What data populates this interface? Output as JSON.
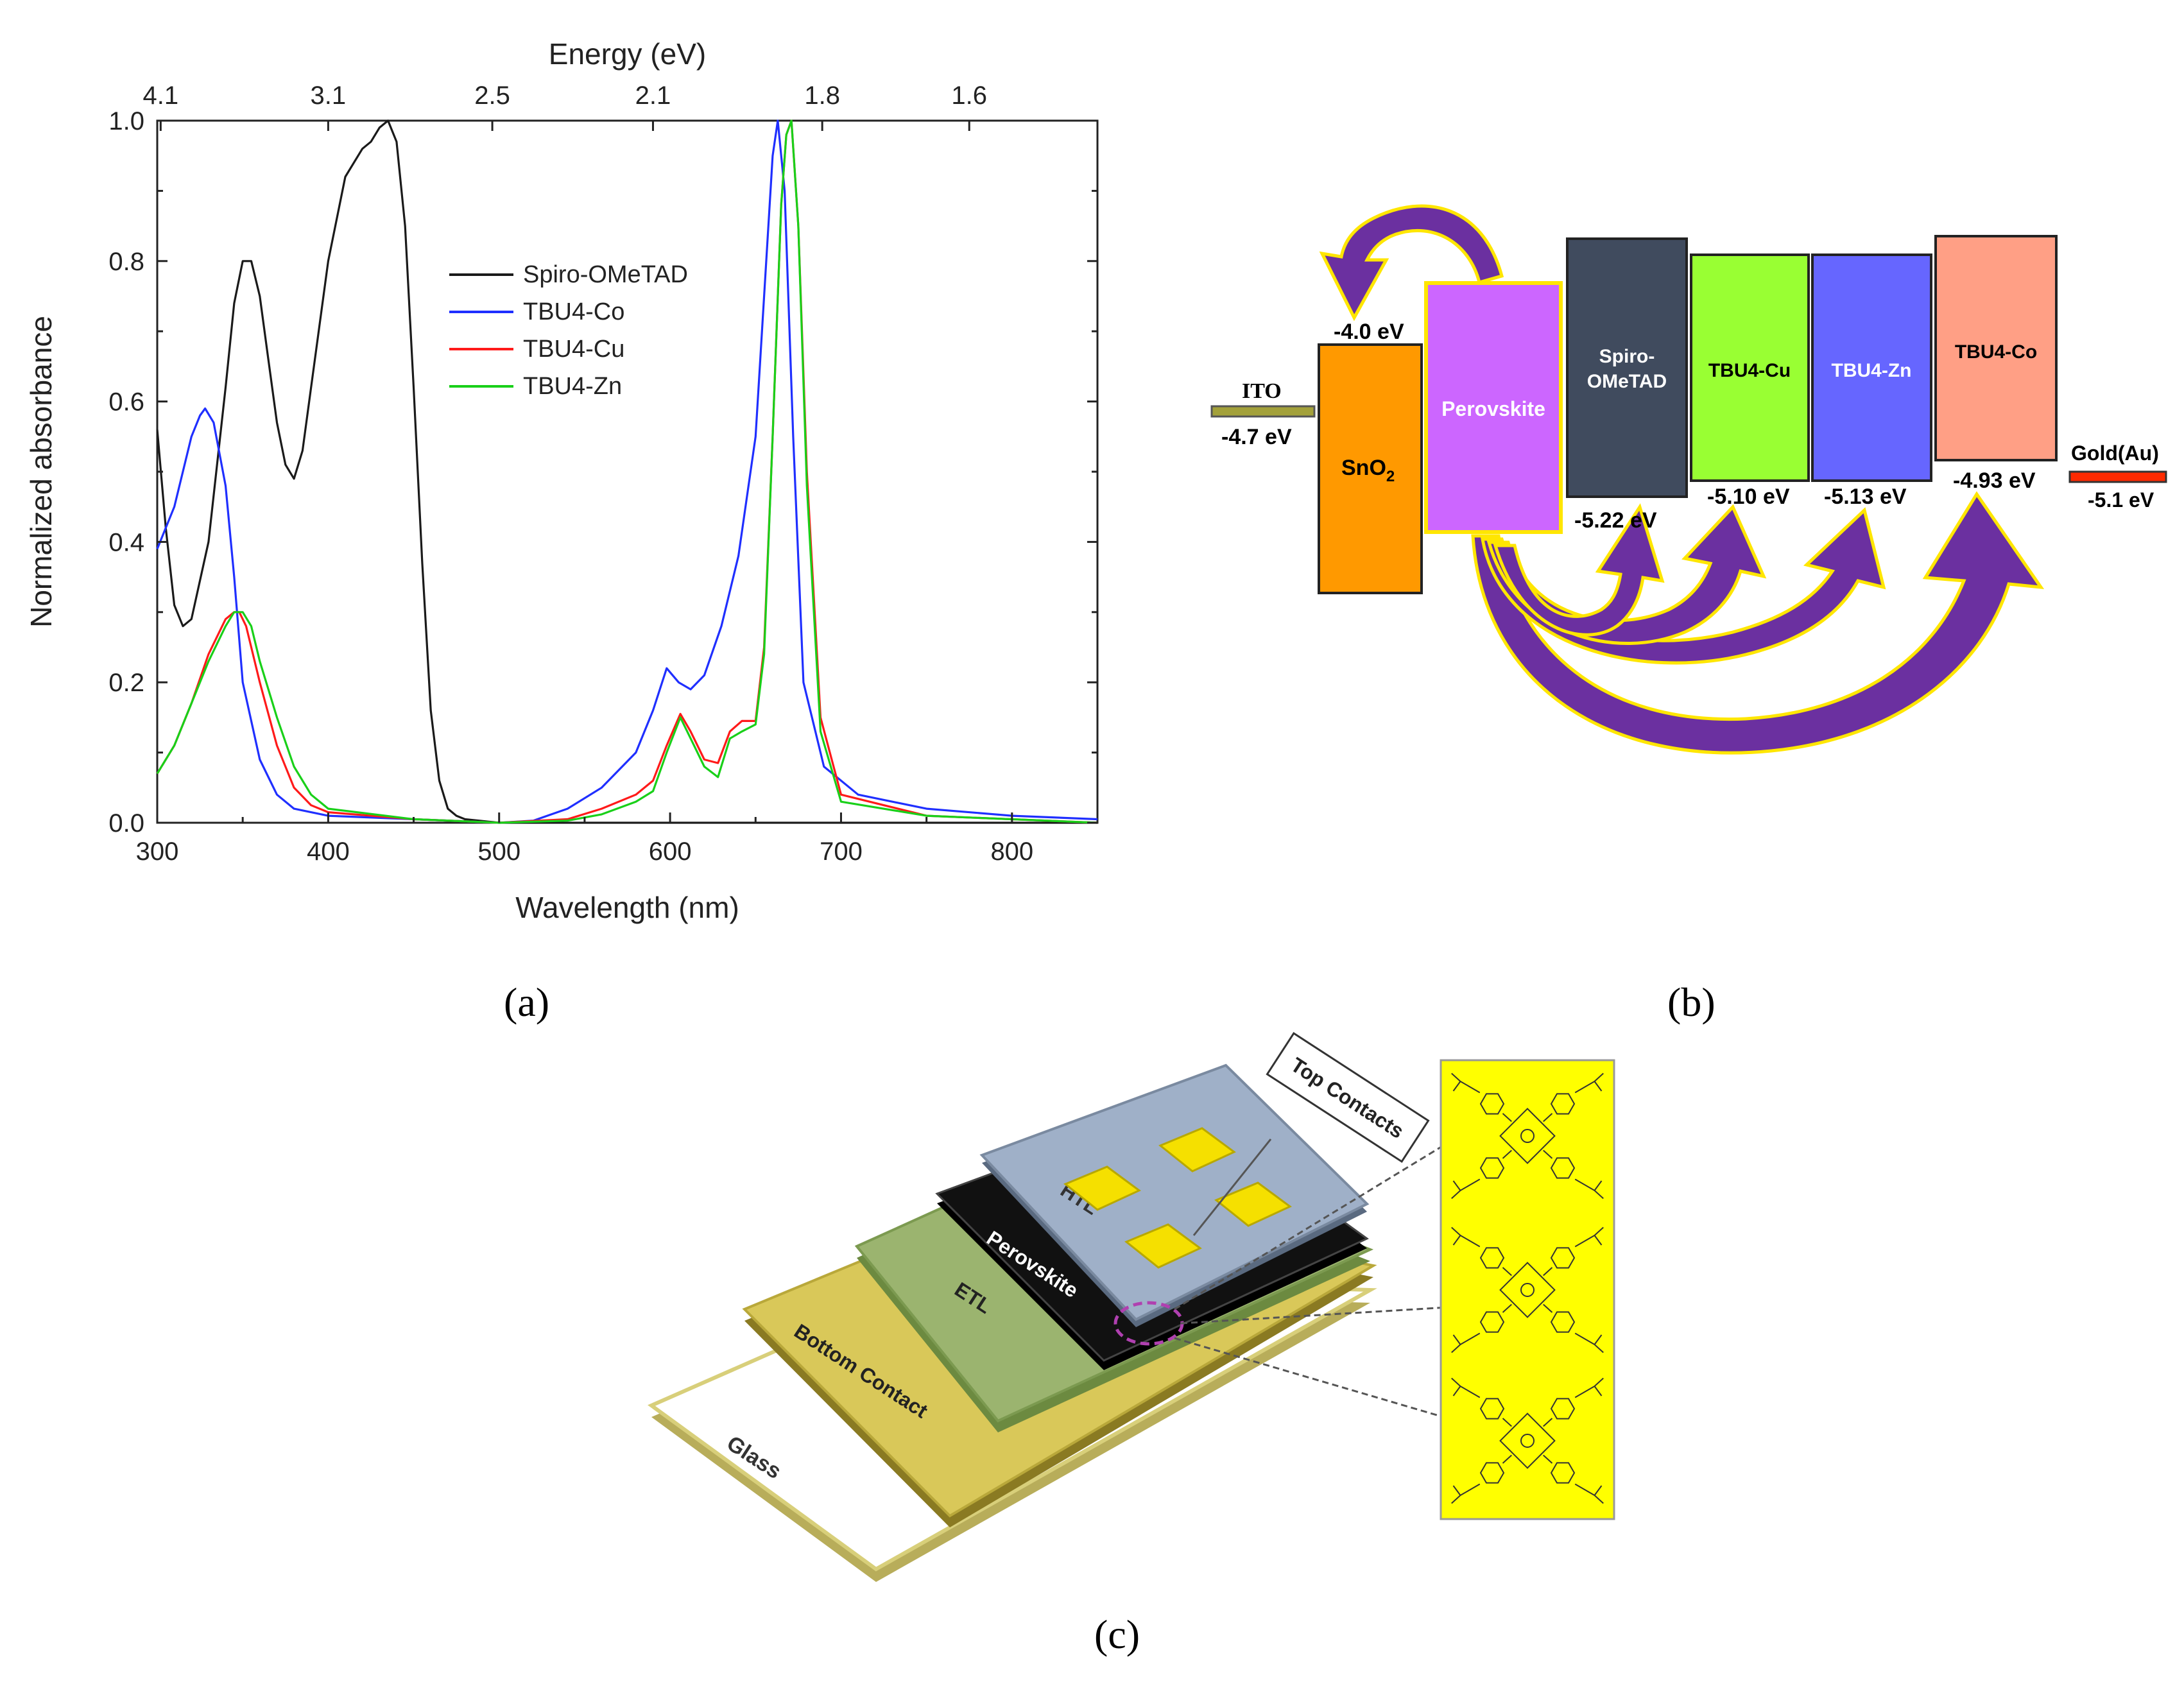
{
  "panel_labels": {
    "a": "(a)",
    "b": "(b)",
    "c": "(c)"
  },
  "chart_data": {
    "type": "line",
    "xlabel": "Wavelength (nm)",
    "ylabel": "Normalized absorbance",
    "top_axis_label": "Energy (eV)",
    "top_ticks": [
      "4.1",
      "3.1",
      "2.5",
      "2.1",
      "1.8",
      "1.6"
    ],
    "top_tick_wavelengths": [
      302,
      400,
      496,
      590,
      689,
      775
    ],
    "xlim": [
      300,
      850
    ],
    "ylim": [
      0,
      1.0
    ],
    "xticks": [
      "300",
      "400",
      "500",
      "600",
      "700",
      "800"
    ],
    "yticks": [
      "0.0",
      "0.2",
      "0.4",
      "0.6",
      "0.8",
      "1.0"
    ],
    "legend_position": "top-center",
    "series": [
      {
        "name": "Spiro-OMeTAD",
        "color": "#1a1a1a",
        "x": [
          300,
          305,
          310,
          315,
          320,
          330,
          340,
          345,
          350,
          355,
          360,
          365,
          370,
          375,
          380,
          385,
          390,
          400,
          410,
          420,
          425,
          430,
          435,
          440,
          445,
          450,
          455,
          460,
          465,
          470,
          475,
          480,
          500,
          550,
          600,
          700,
          850
        ],
        "y": [
          0.56,
          0.42,
          0.31,
          0.28,
          0.29,
          0.4,
          0.62,
          0.74,
          0.8,
          0.8,
          0.75,
          0.66,
          0.57,
          0.51,
          0.49,
          0.53,
          0.62,
          0.8,
          0.92,
          0.96,
          0.97,
          0.99,
          1.0,
          0.97,
          0.85,
          0.62,
          0.37,
          0.16,
          0.06,
          0.02,
          0.01,
          0.005,
          0.0,
          0.0,
          0.0,
          0.0,
          0.0
        ]
      },
      {
        "name": "TBU4-Co",
        "color": "#1f2fff",
        "x": [
          300,
          310,
          320,
          325,
          328,
          333,
          340,
          345,
          350,
          360,
          370,
          380,
          400,
          450,
          500,
          520,
          540,
          560,
          580,
          590,
          598,
          605,
          612,
          620,
          630,
          640,
          650,
          655,
          660,
          663,
          667,
          672,
          678,
          690,
          710,
          750,
          800,
          850
        ],
        "y": [
          0.39,
          0.45,
          0.55,
          0.58,
          0.59,
          0.57,
          0.48,
          0.35,
          0.2,
          0.09,
          0.04,
          0.02,
          0.01,
          0.005,
          0.0,
          0.003,
          0.02,
          0.05,
          0.1,
          0.16,
          0.22,
          0.2,
          0.19,
          0.21,
          0.28,
          0.38,
          0.55,
          0.75,
          0.95,
          1.0,
          0.9,
          0.55,
          0.2,
          0.08,
          0.04,
          0.02,
          0.01,
          0.005
        ]
      },
      {
        "name": "TBU4-Cu",
        "color": "#ff1a1a",
        "x": [
          300,
          310,
          320,
          330,
          340,
          345,
          348,
          352,
          360,
          370,
          380,
          390,
          400,
          450,
          500,
          540,
          560,
          580,
          590,
          598,
          606,
          612,
          620,
          628,
          635,
          642,
          650,
          655,
          660,
          665,
          668,
          671,
          675,
          680,
          688,
          700,
          750,
          850
        ],
        "y": [
          0.07,
          0.11,
          0.17,
          0.24,
          0.29,
          0.3,
          0.3,
          0.28,
          0.2,
          0.11,
          0.05,
          0.025,
          0.015,
          0.005,
          0.0,
          0.005,
          0.02,
          0.04,
          0.06,
          0.11,
          0.155,
          0.13,
          0.09,
          0.085,
          0.13,
          0.145,
          0.145,
          0.25,
          0.55,
          0.88,
          0.98,
          1.0,
          0.85,
          0.5,
          0.15,
          0.04,
          0.01,
          0.0
        ]
      },
      {
        "name": "TBU4-Zn",
        "color": "#19d019",
        "x": [
          300,
          310,
          320,
          330,
          340,
          345,
          350,
          355,
          360,
          370,
          380,
          390,
          400,
          450,
          500,
          540,
          560,
          580,
          590,
          598,
          606,
          612,
          620,
          628,
          635,
          642,
          650,
          655,
          660,
          665,
          668,
          671,
          675,
          680,
          688,
          700,
          750,
          850
        ],
        "y": [
          0.07,
          0.11,
          0.17,
          0.23,
          0.28,
          0.3,
          0.3,
          0.28,
          0.23,
          0.15,
          0.08,
          0.04,
          0.02,
          0.005,
          0.0,
          0.003,
          0.012,
          0.03,
          0.045,
          0.1,
          0.15,
          0.12,
          0.08,
          0.065,
          0.12,
          0.13,
          0.14,
          0.24,
          0.55,
          0.88,
          0.98,
          1.0,
          0.85,
          0.48,
          0.13,
          0.03,
          0.01,
          0.0
        ]
      }
    ]
  },
  "energy_diagram": {
    "ito": {
      "label": "ITO",
      "value": "-4.7 eV",
      "color": "#a3a13a"
    },
    "sno2": {
      "label_main": "SnO",
      "label_sub": "2",
      "top_value": "-4.0 eV",
      "color": "#ff9900"
    },
    "perovskite": {
      "label": "Perovskite",
      "color": "#cc66ff"
    },
    "spiro": {
      "label_line1": "Spiro-",
      "label_line2": "OMeTAD",
      "value": "-5.22 eV",
      "color": "#404b5e"
    },
    "tbu_cu": {
      "label": "TBU4-Cu",
      "value": "-5.10 eV",
      "color": "#99ff33"
    },
    "tbu_zn": {
      "label": "TBU4-Zn",
      "value": "-5.13 eV",
      "color": "#6666ff"
    },
    "tbu_co": {
      "label": "TBU4-Co",
      "value": "-4.93 eV",
      "color": "#ff9f85"
    },
    "gold": {
      "label": "Gold(Au)",
      "value": "-5.1 eV",
      "color": "#ff2a00"
    },
    "arrow_color": "#6b30a0"
  },
  "device": {
    "layers": [
      "Glass",
      "Bottom Contact",
      "ETL",
      "Perovskite",
      "HTL"
    ],
    "top_contacts_label": "Top Contacts",
    "colors": {
      "glass": "#ffffff",
      "bottom": "#d9c859",
      "etl": "#9bb46f",
      "perovskite": "#111111",
      "htl": "#9fb0c8",
      "contact": "#f5e000",
      "molecule_box": "#ffff00"
    }
  }
}
